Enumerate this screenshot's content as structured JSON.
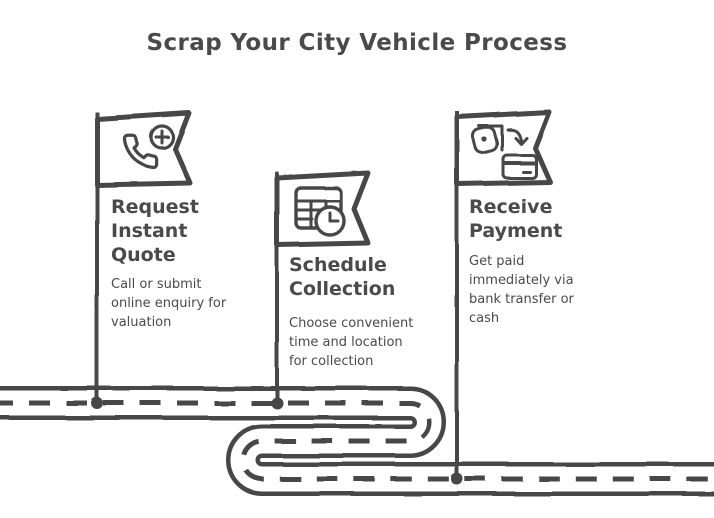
{
  "title": "Scrap Your City Vehicle Process",
  "colors": {
    "ink": "#464646",
    "text": "#4a4a4a",
    "background": "#ffffff"
  },
  "steps": [
    {
      "heading": "Request Instant Quote",
      "description": "Call or submit online enquiry for valuation",
      "icon": "phone-add-icon"
    },
    {
      "heading": "Schedule Collection",
      "description": "Choose convenient time and location for collection",
      "icon": "calendar-clock-icon"
    },
    {
      "heading": "Receive Payment",
      "description": "Get paid immediately via bank transfer or cash",
      "icon": "payment-transfer-icon"
    }
  ]
}
